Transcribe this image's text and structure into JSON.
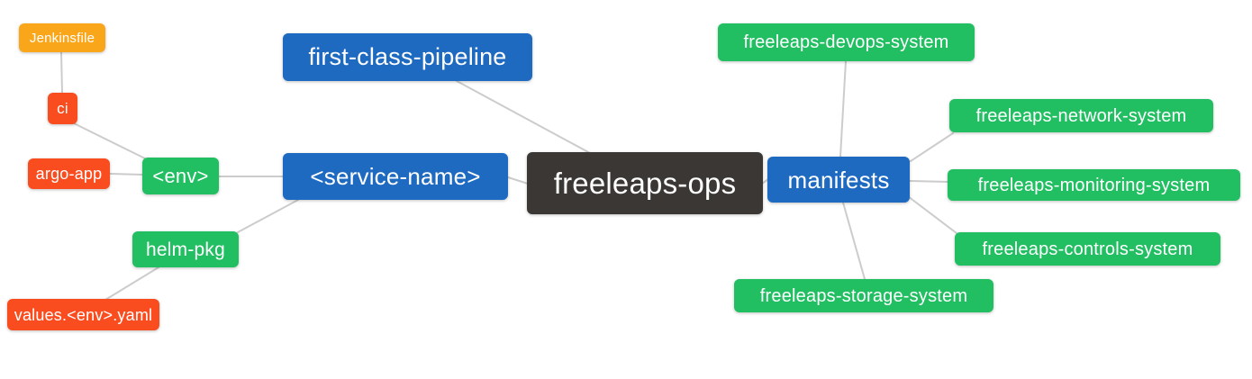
{
  "diagram": {
    "type": "mindmap",
    "root": "freeleaps-ops",
    "colors": {
      "blue": "#1E6AC1",
      "green": "#21BF62",
      "red": "#F94D20",
      "orange": "#FAA61A",
      "dark": "#3B3734",
      "edge": "#CCCCCC"
    },
    "nodes": {
      "jenkinsfile": {
        "label": "Jenkinsfile",
        "color": "#FAA61A"
      },
      "ci": {
        "label": "ci",
        "color": "#F94D20"
      },
      "argo_app": {
        "label": "argo-app",
        "color": "#F94D20"
      },
      "env": {
        "label": "<env>",
        "color": "#21BF62"
      },
      "helm_pkg": {
        "label": "helm-pkg",
        "color": "#21BF62"
      },
      "values_env_yaml": {
        "label": "values.<env>.yaml",
        "color": "#F94D20"
      },
      "first_class_pipeline": {
        "label": "first-class-pipeline",
        "color": "#1E6AC1"
      },
      "service_name": {
        "label": "<service-name>",
        "color": "#1E6AC1"
      },
      "freeleaps_ops": {
        "label": "freeleaps-ops",
        "color": "#3B3734"
      },
      "manifests": {
        "label": "manifests",
        "color": "#1E6AC1"
      },
      "devops_system": {
        "label": "freeleaps-devops-system",
        "color": "#21BF62"
      },
      "network_system": {
        "label": "freeleaps-network-system",
        "color": "#21BF62"
      },
      "monitoring_system": {
        "label": "freeleaps-monitoring-system",
        "color": "#21BF62"
      },
      "controls_system": {
        "label": "freeleaps-controls-system",
        "color": "#21BF62"
      },
      "storage_system": {
        "label": "freeleaps-storage-system",
        "color": "#21BF62"
      }
    },
    "edges": [
      [
        "Jenkinsfile",
        "ci"
      ],
      [
        "ci",
        "<env>"
      ],
      [
        "argo-app",
        "<env>"
      ],
      [
        "<env>",
        "<service-name>"
      ],
      [
        "helm-pkg",
        "<service-name>"
      ],
      [
        "values.<env>.yaml",
        "helm-pkg"
      ],
      [
        "first-class-pipeline",
        "freeleaps-ops"
      ],
      [
        "<service-name>",
        "freeleaps-ops"
      ],
      [
        "freeleaps-ops",
        "manifests"
      ],
      [
        "manifests",
        "freeleaps-devops-system"
      ],
      [
        "manifests",
        "freeleaps-network-system"
      ],
      [
        "manifests",
        "freeleaps-monitoring-system"
      ],
      [
        "manifests",
        "freeleaps-controls-system"
      ],
      [
        "manifests",
        "freeleaps-storage-system"
      ]
    ]
  }
}
